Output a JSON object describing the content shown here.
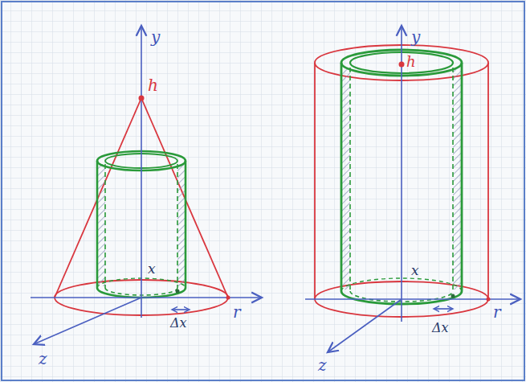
{
  "diagram": {
    "labels": [
      "y",
      "h",
      "x",
      "r",
      "z",
      "Δx",
      "y",
      "h",
      "x",
      "r",
      "z",
      "Δx"
    ]
  }
}
